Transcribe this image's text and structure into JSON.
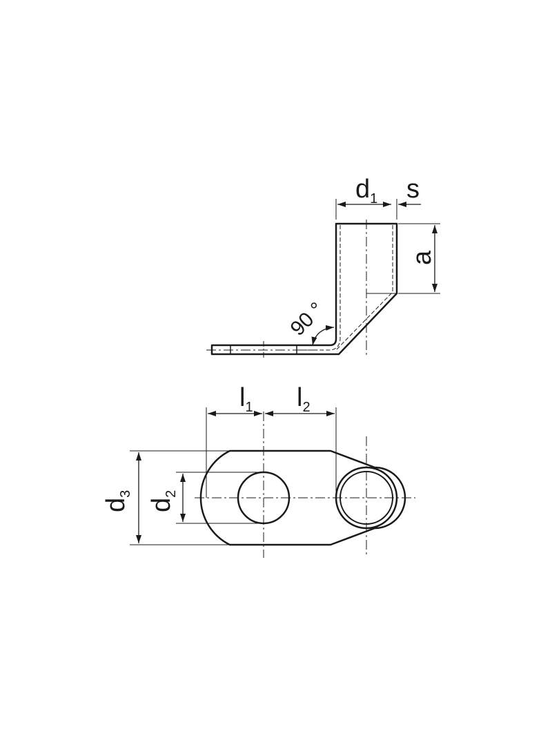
{
  "labels": {
    "d1": {
      "main": "d",
      "sub": "1"
    },
    "s": "s",
    "a": "a",
    "angle": "90 °",
    "l1": {
      "main": "l",
      "sub": "1"
    },
    "l2": {
      "main": "l",
      "sub": "2"
    },
    "d3": {
      "main": "d",
      "sub": "3"
    },
    "d2": {
      "main": "d",
      "sub": "2"
    }
  },
  "colors": {
    "line": "#1a1a1a",
    "background": "#ffffff"
  }
}
